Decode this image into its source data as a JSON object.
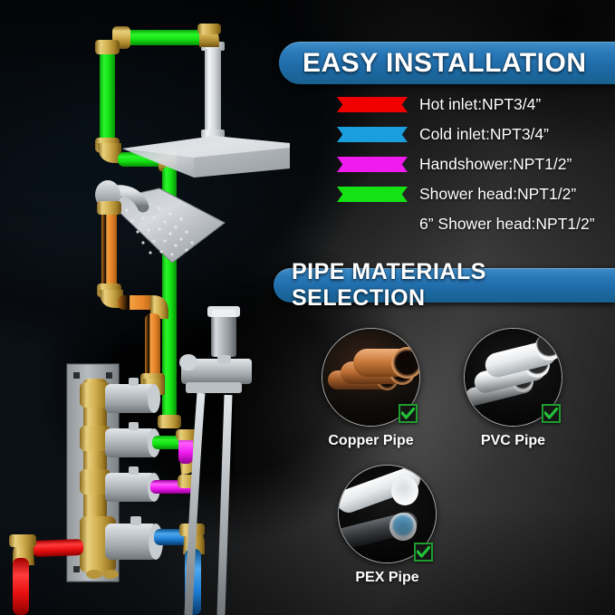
{
  "sections": {
    "install": {
      "title": "EASY INSTALLATION",
      "legend": [
        {
          "color": "#f10000",
          "label": "Hot inlet:NPT3/4”",
          "name": "hot-inlet"
        },
        {
          "color": "#1b9ede",
          "label": "Cold inlet:NPT3/4”",
          "name": "cold-inlet"
        },
        {
          "color": "#ef1bef",
          "label": "Handshower:NPT1/2”",
          "name": "handshower"
        },
        {
          "color": "#14e214",
          "label": "Shower head:NPT1/2”",
          "name": "shower-head"
        },
        {
          "color": "#f6b košt",
          "label": "",
          "name": ""
        }
      ]
    },
    "materials": {
      "title": "PIPE MATERIALS SELECTION",
      "items": [
        {
          "label": "Copper Pipe",
          "name": "copper-pipe",
          "approved": true
        },
        {
          "label": "PVC Pipe",
          "name": "pvc-pipe",
          "approved": true
        },
        {
          "label": "PEX Pipe",
          "name": "pex-pipe",
          "approved": true
        }
      ]
    }
  },
  "legend_items": [
    {
      "color": "#f10000",
      "label": "Hot inlet:NPT3/4”",
      "name": "hot-inlet"
    },
    {
      "color": "#1b9ede",
      "label": "Cold inlet:NPT3/4”",
      "name": "cold-inlet"
    },
    {
      "color": "#ef1bef",
      "label": "Handshower:NPT1/2”",
      "name": "handshower"
    },
    {
      "color": "#14e214",
      "label": "Shower head:NPT1/2”",
      "name": "shower-head"
    },
    {
      "color": "#f6b košt",
      "label": "6” Shower head:NPT1/2”",
      "name": "six-inch-shower-head"
    }
  ],
  "colors": {
    "banner_blue": "#2a79b8",
    "hot_red": "#f10000",
    "cold_blue": "#1b9ede",
    "handshower_magenta": "#ef1bef",
    "showerhead_green": "#14e214",
    "six_inch_orange": "#f6b košt",
    "brass": "#c9a43c",
    "check_green": "#1f9d2f"
  },
  "diagram": {
    "name": "shower-system-exploded-diagram",
    "parts": [
      "ceiling-mount-arm",
      "rain-shower-head",
      "six-inch-shower-head",
      "thermostatic-valve-body",
      "valve-handles",
      "handheld-shower-wand",
      "shower-hose",
      "hot-inlet-pipe",
      "cold-inlet-pipe"
    ]
  }
}
